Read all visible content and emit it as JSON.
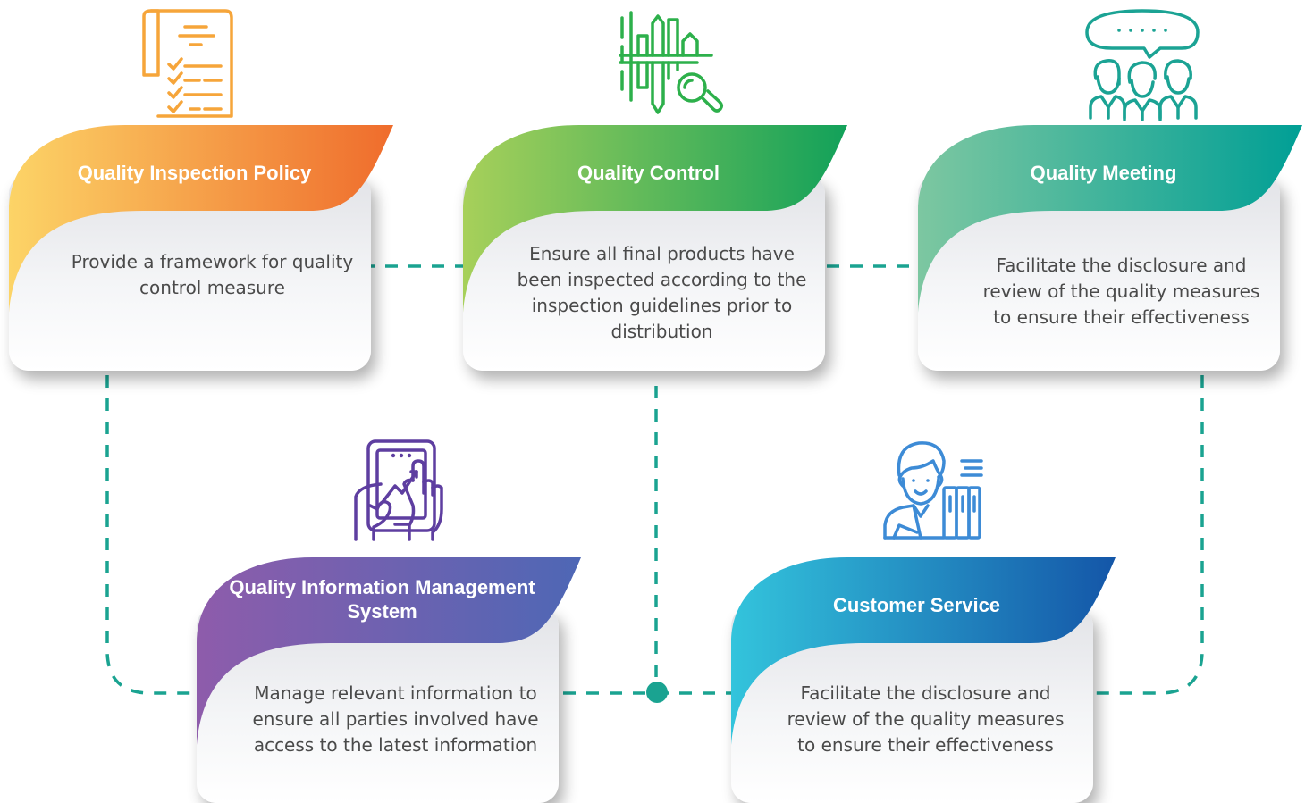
{
  "colors": {
    "connector": "#1aa391",
    "card_inspection": [
      "#fcd467",
      "#ef6c2c"
    ],
    "card_control": [
      "#a7d05a",
      "#12a15a"
    ],
    "card_meeting": [
      "#7dc7a1",
      "#009f95"
    ],
    "card_info": [
      "#8e5cab",
      "#4e67b5"
    ],
    "card_service": [
      "#33c4dc",
      "#1456a8"
    ]
  },
  "cards": {
    "inspection_policy": {
      "title": "Quality Inspection Policy",
      "description": "Provide a framework for quality control measure",
      "icon": "checklist-document-icon"
    },
    "quality_control": {
      "title": "Quality Control",
      "description": "Ensure all final products have been inspected according to the inspection guidelines prior to distribution",
      "icon": "inspection-chart-magnifier-icon"
    },
    "quality_meeting": {
      "title": "Quality Meeting",
      "description": "Facilitate the disclosure and review of the quality measures to ensure their effectiveness",
      "icon": "group-meeting-icon"
    },
    "info_management": {
      "title": "Quality Information Management System",
      "description": "Manage relevant information to ensure all parties involved have access to the latest information",
      "icon": "tablet-touch-chart-icon"
    },
    "customer_service": {
      "title": "Customer Service",
      "description": "Facilitate the disclosure and review of the quality measures to ensure their effectiveness",
      "icon": "customer-service-agent-icon"
    }
  }
}
